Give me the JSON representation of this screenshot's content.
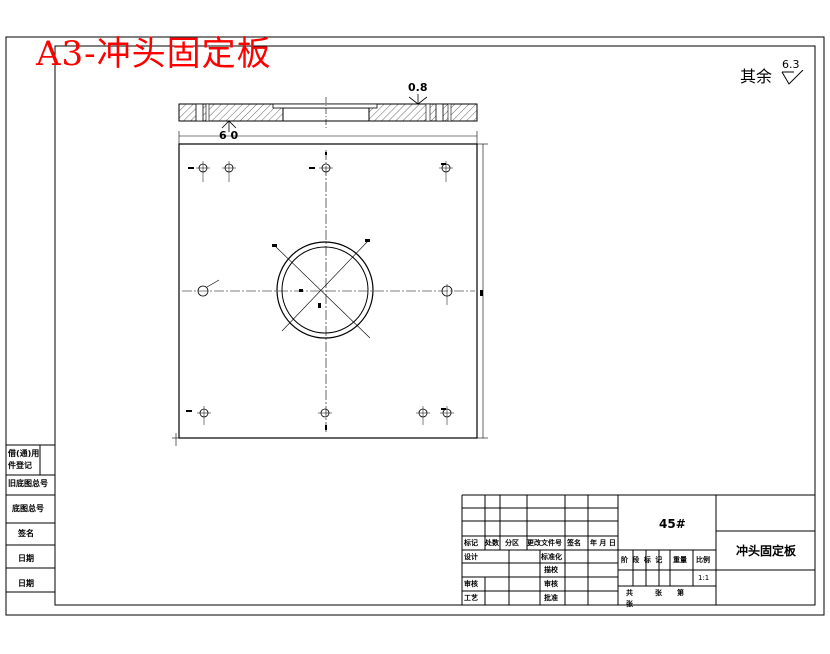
{
  "title": "A3-冲头固定板",
  "roughness": {
    "label": "其余",
    "value": "6.3"
  },
  "dimensions": {
    "top_value": "0.8",
    "left_value": "6 0"
  },
  "side_labels": [
    "借(通)用",
    "件登记",
    "旧底图总号",
    "底图总号",
    "签名",
    "日期",
    "日期"
  ],
  "title_block": {
    "material": "45#",
    "part_name": "冲头固定板",
    "scale": "1:1",
    "rev_headers": [
      "标记",
      "处数",
      "分区",
      "更改文件号",
      "签名",
      "年 月 日"
    ],
    "design": "设计",
    "standardize": "标准化",
    "drafting": "描校",
    "review": "审核",
    "audit": "审核",
    "process": "工艺",
    "approve": "批准",
    "stage_headers": [
      "阶 段 标 记",
      "重量",
      "比例"
    ],
    "sheet_info": {
      "total": "共",
      "sheet": "张",
      "no": "第",
      "unit": "张"
    }
  },
  "colors": {
    "title": "#ff0000",
    "line": "#000000"
  }
}
